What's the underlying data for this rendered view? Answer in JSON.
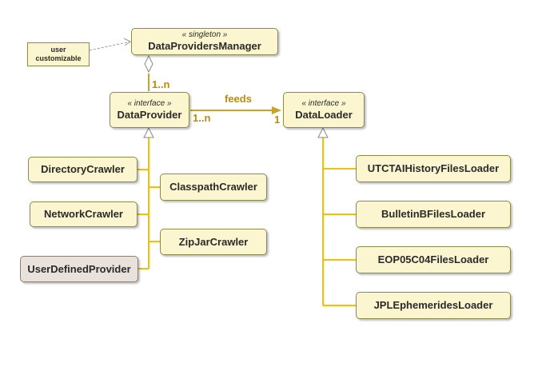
{
  "note": {
    "line1": "user",
    "line2": "customizable"
  },
  "manager": {
    "stereotype": "« singleton »",
    "name": "DataProvidersManager"
  },
  "provider": {
    "stereotype": "« interface »",
    "name": "DataProvider"
  },
  "loader": {
    "stereotype": "« interface »",
    "name": "DataLoader"
  },
  "relations": {
    "aggregation_mult": "1..n",
    "feeds_label": "feeds",
    "feeds_source_mult": "1..n",
    "feeds_target_mult": "1"
  },
  "crawlers": {
    "directory": "DirectoryCrawler",
    "classpath": "ClasspathCrawler",
    "network": "NetworkCrawler",
    "zipjar": "ZipJarCrawler",
    "user_defined": "UserDefinedProvider"
  },
  "loaders": {
    "utc_tai": "UTCTAIHistoryFilesLoader",
    "bulletin_b": "BulletinBFilesLoader",
    "eop": "EOP05C04FilesLoader",
    "jpl": "JPLEphemeridesLoader"
  },
  "colors": {
    "line": "#f2c200",
    "feeds_line": "#c9a227",
    "box_fill": "#fbf6cf",
    "user_fill": "#e9e2dc",
    "text_accent": "#c28a00"
  }
}
